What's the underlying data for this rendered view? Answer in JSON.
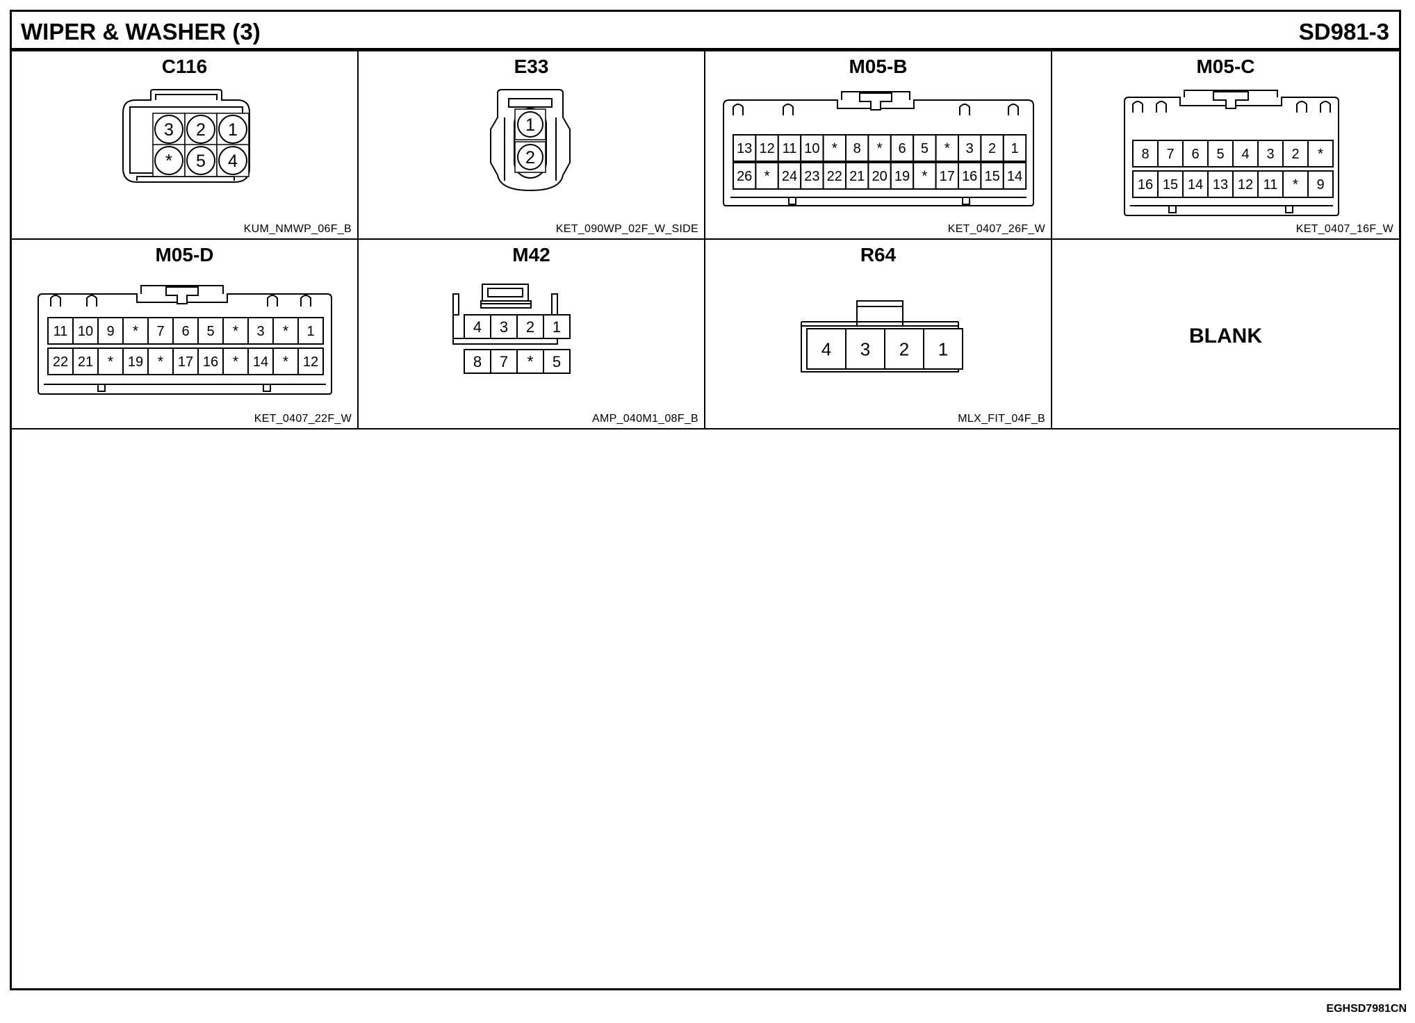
{
  "header": {
    "title": "WIPER & WASHER (3)",
    "code": "SD981-3"
  },
  "footer": {
    "code": "EGHSD7981CN"
  },
  "connectors": [
    {
      "name": "C116",
      "part": "KUM_NMWP_06F_B",
      "rows": [
        [
          "3",
          "2",
          "1"
        ],
        [
          "*",
          "5",
          "4"
        ]
      ]
    },
    {
      "name": "E33",
      "part": "KET_090WP_02F_W_SIDE",
      "rows": [
        [
          "1"
        ],
        [
          "2"
        ]
      ]
    },
    {
      "name": "M05-B",
      "part": "KET_0407_26F_W",
      "rows": [
        [
          "13",
          "12",
          "11",
          "10",
          "*",
          "8",
          "*",
          "6",
          "5",
          "*",
          "3",
          "2",
          "1"
        ],
        [
          "26",
          "*",
          "24",
          "23",
          "22",
          "21",
          "20",
          "19",
          "*",
          "17",
          "16",
          "15",
          "14"
        ]
      ]
    },
    {
      "name": "M05-C",
      "part": "KET_0407_16F_W",
      "rows": [
        [
          "8",
          "7",
          "6",
          "5",
          "4",
          "3",
          "2",
          "*"
        ],
        [
          "16",
          "15",
          "14",
          "13",
          "12",
          "11",
          "*",
          "9"
        ]
      ]
    },
    {
      "name": "M05-D",
      "part": "KET_0407_22F_W",
      "rows": [
        [
          "11",
          "10",
          "9",
          "*",
          "7",
          "6",
          "5",
          "*",
          "3",
          "*",
          "1"
        ],
        [
          "22",
          "21",
          "*",
          "19",
          "*",
          "17",
          "16",
          "*",
          "14",
          "*",
          "12"
        ]
      ]
    },
    {
      "name": "M42",
      "part": "AMP_040M1_08F_B",
      "rows": [
        [
          "4",
          "3",
          "2",
          "1"
        ],
        [
          "8",
          "7",
          "*",
          "5"
        ]
      ]
    },
    {
      "name": "R64",
      "part": "MLX_FIT_04F_B",
      "rows": [
        [
          "4",
          "3",
          "2",
          "1"
        ]
      ]
    },
    {
      "name": "",
      "part": "",
      "blank": "BLANK"
    }
  ]
}
